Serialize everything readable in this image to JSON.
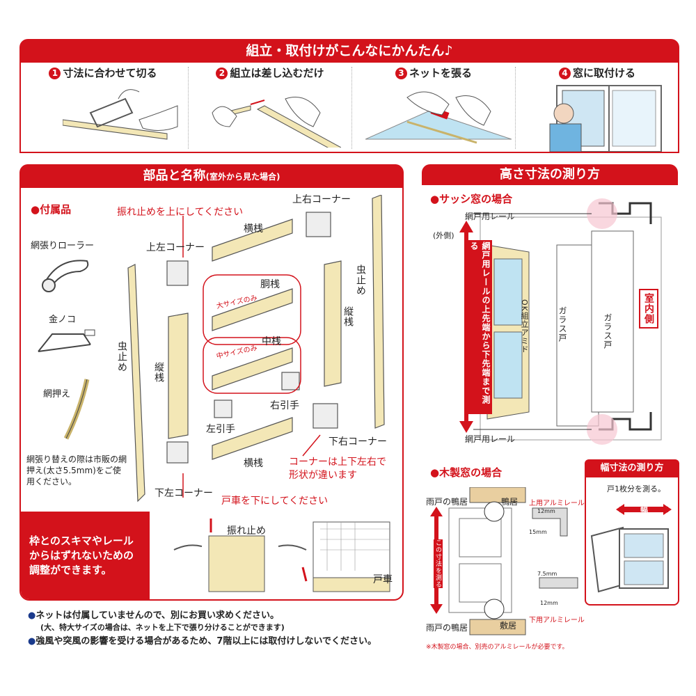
{
  "banner": {
    "title": "組立・取付けがこんなにかんたん♪"
  },
  "steps": [
    {
      "num": "1",
      "label": "寸法に合わせて切る"
    },
    {
      "num": "2",
      "label": "組立は差し込むだけ"
    },
    {
      "num": "3",
      "label": "ネットを張る"
    },
    {
      "num": "4",
      "label": "窓に取付ける"
    }
  ],
  "parts": {
    "title": "部品と名称",
    "title_note": "(室外から見た場合)",
    "accessories_heading": "●付属品",
    "accessories": [
      "網張りローラー",
      "金ノコ",
      "網押え"
    ],
    "accessory_note": "網張り替えの際は市販の網押え(太さ5.5mm)をご使用ください。",
    "labels": {
      "top_note": "振れ止めを上にしてください",
      "top_left_corner": "上左コーナー",
      "top_right_corner": "上右コーナー",
      "yokosan_top": "横桟",
      "dousan": "胴桟",
      "large_only": "大サイズのみ",
      "mid_only": "中サイズのみ",
      "nakasan": "中桟",
      "tatesan_left": "縦桟",
      "tatesan_right": "縦桟",
      "mushidome_left": "虫止め",
      "mushidome_right": "虫止め",
      "left_handle": "左引手",
      "right_handle": "右引手",
      "bottom_right_corner": "下右コーナー",
      "yokosan_bottom": "横桟",
      "bottom_left_corner": "下左コーナー",
      "corner_note": "コーナーは上下左右で形状が違います",
      "bottom_note": "戸車を下にしてください"
    },
    "adjust_note": "枠とのスキマやレールからはずれないための調整ができます。",
    "furedome": "振れ止め",
    "togaruma": "戸車"
  },
  "notes": [
    "ネットは付属していませんので、別にお買い求めください。",
    "(大、特大サイズの場合は、ネットを上下で張り分けることができます)",
    "強風や突風の影響を受ける場合があるため、7階以上には取付けしないでください。"
  ],
  "height": {
    "title": "高さ寸法の測り方",
    "sash_heading": "●サッシ窓の場合",
    "rail_top": "網戸用レール",
    "outside": "(外側)",
    "measure_vertical": "網戸用レールの上先端から下先端まで測る",
    "ok_label": "OK組立アミド",
    "glass1": "ガラス戸",
    "glass2": "ガラス戸",
    "inside": "室内側",
    "rail_bottom": "網戸用レール"
  },
  "wood": {
    "heading": "●木製窓の場合",
    "amado_top": "雨戸の鴨居",
    "kamoi": "鴨居",
    "upper_rail": "上用アルミレール",
    "dim_12": "12mm",
    "dim_15": "15mm",
    "dim_75": "7.5mm",
    "dim_12b": "12mm",
    "measure_vertical": "この寸法を測る",
    "amado_bottom": "雨戸の鴨居",
    "shikii": "敷居",
    "lower_rail": "下用アルミレール",
    "footnote": "※木製窓の場合、別売のアルミレールが必要です。"
  },
  "width": {
    "title": "幅寸法の測り方",
    "note": "戸1枚分を測る。",
    "width_label": "幅"
  }
}
